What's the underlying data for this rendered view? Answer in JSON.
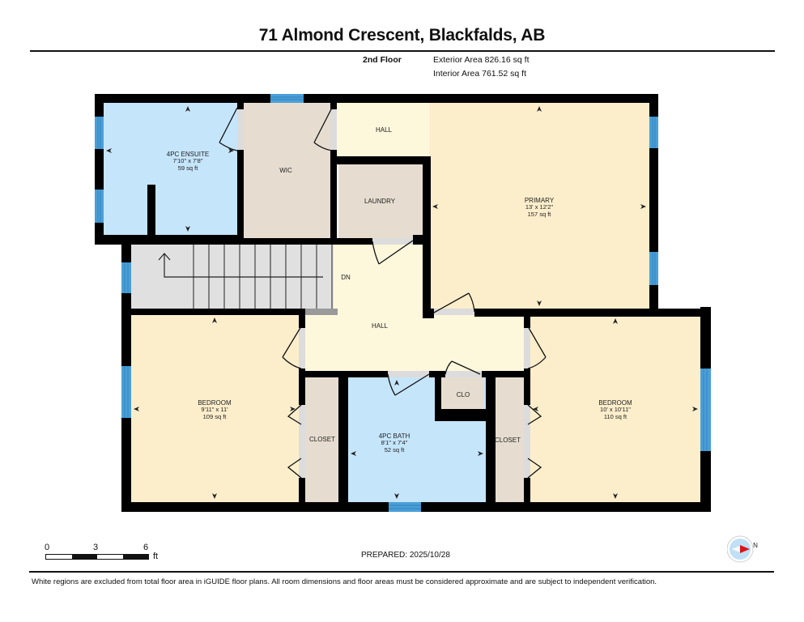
{
  "header": {
    "title": "71 Almond Crescent, Blackfalds, AB",
    "floor_label": "2nd Floor",
    "exterior_area": "Exterior Area 826.16 sq ft",
    "interior_area": "Interior Area 761.52 sq ft"
  },
  "rooms": {
    "ensuite": {
      "name": "4PC ENSUITE",
      "dims": "7'10\" x 7'8\"",
      "area": "59 sq ft"
    },
    "wic": {
      "name": "WIC"
    },
    "hall_top": {
      "name": "HALL"
    },
    "laundry": {
      "name": "LAUNDRY"
    },
    "primary": {
      "name": "PRIMARY",
      "dims": "13' x 12'2\"",
      "area": "157 sq ft"
    },
    "stairs": {
      "label": "DN"
    },
    "hall_mid": {
      "name": "HALL"
    },
    "bedroom_left": {
      "name": "BEDROOM",
      "dims": "9'11\" x 11'",
      "area": "109 sq ft"
    },
    "closet_left": {
      "name": "CLOSET"
    },
    "bath": {
      "name": "4PC BATH",
      "dims": "8'1\" x 7'4\"",
      "area": "52 sq ft"
    },
    "clo": {
      "name": "CLO"
    },
    "closet_right": {
      "name": "CLOSET"
    },
    "bedroom_right": {
      "name": "BEDROOM",
      "dims": "10' x 10'11\"",
      "area": "110 sq ft"
    }
  },
  "colors": {
    "bedroom": "#fdeecb",
    "hall": "#fdf7dc",
    "bath": "#c5e5fb",
    "closet": "#e6ddd0",
    "stairs": "#e0e0e0",
    "wall": "#000000",
    "window": "#4a9fd8"
  },
  "footer": {
    "scale": {
      "ticks": [
        "0",
        "3",
        "6"
      ],
      "unit": "ft"
    },
    "prepared": "PREPARED: 2025/10/28",
    "disclaimer": "White regions are excluded from total floor area in iGUIDE floor plans. All room dimensions and floor areas must be considered approximate and are subject to independent verification.",
    "compass_label": "N"
  }
}
